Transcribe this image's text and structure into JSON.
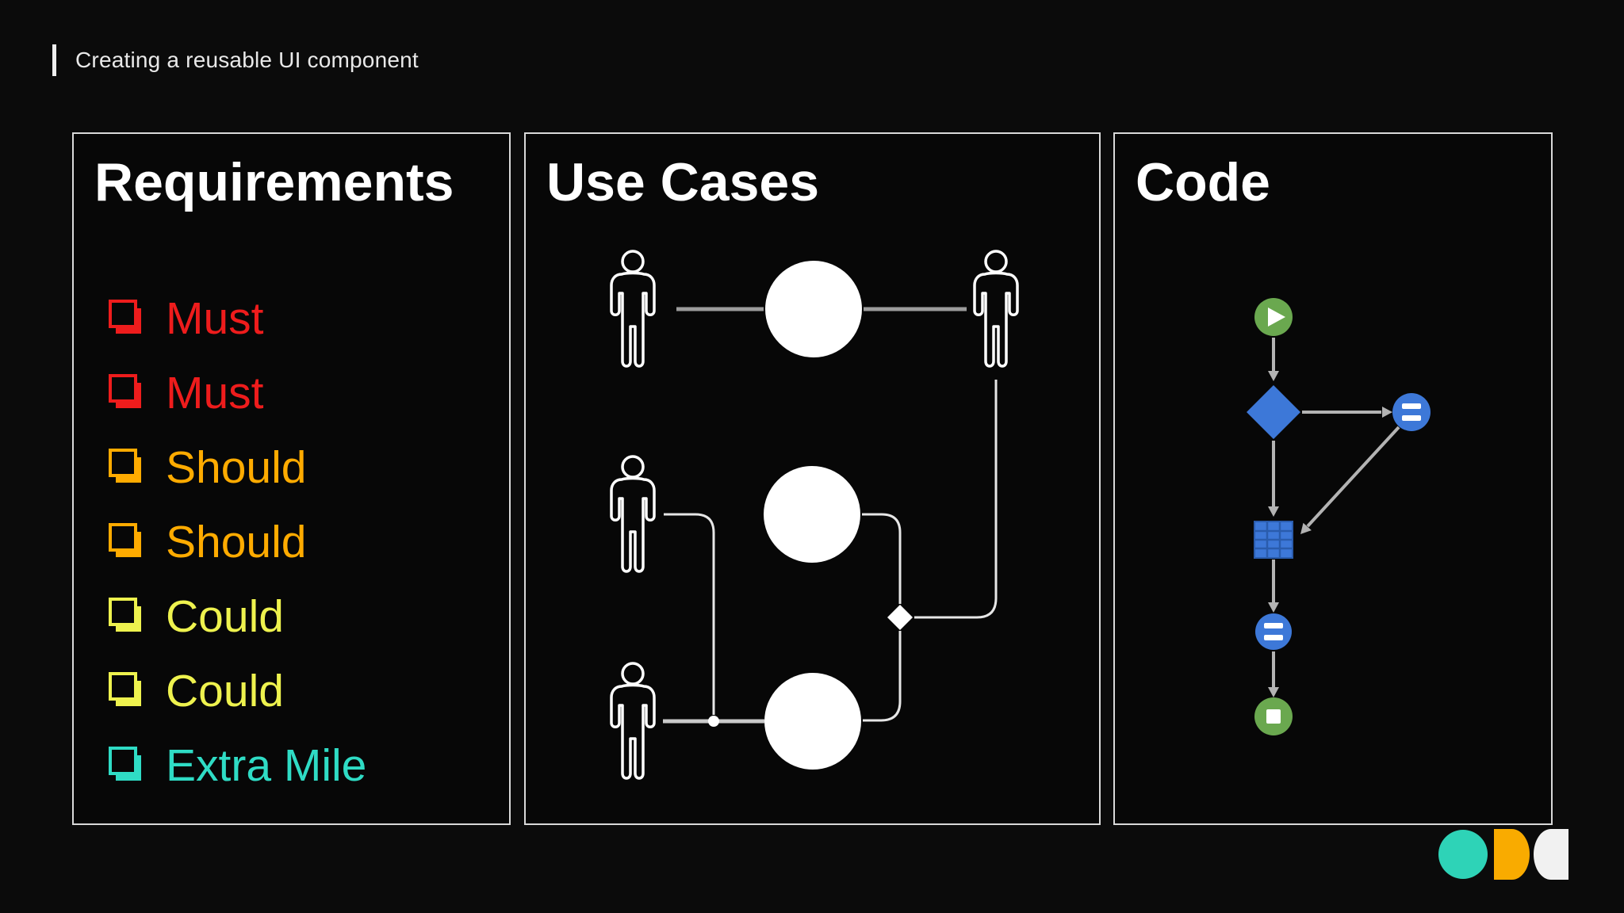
{
  "slide": {
    "title": "Creating a reusable UI component"
  },
  "panels": {
    "requirements": {
      "title": "Requirements",
      "items": [
        {
          "label": "Must",
          "color": "#ee1c1c"
        },
        {
          "label": "Must",
          "color": "#ee1c1c"
        },
        {
          "label": "Should",
          "color": "#ffab00"
        },
        {
          "label": "Should",
          "color": "#ffab00"
        },
        {
          "label": "Could",
          "color": "#eef24e"
        },
        {
          "label": "Could",
          "color": "#eef24e"
        },
        {
          "label": "Extra Mile",
          "color": "#2fdcc5"
        }
      ]
    },
    "use_cases": {
      "title": "Use Cases",
      "diagram": {
        "type": "uml-use-case",
        "actors": [
          {
            "id": "actor-1",
            "position": "top-left"
          },
          {
            "id": "actor-2",
            "position": "top-right"
          },
          {
            "id": "actor-3",
            "position": "middle-left"
          },
          {
            "id": "actor-4",
            "position": "bottom-left"
          }
        ],
        "use_case_nodes": [
          {
            "id": "use-case-1",
            "row": "top"
          },
          {
            "id": "use-case-2",
            "row": "middle"
          },
          {
            "id": "use-case-3",
            "row": "bottom"
          }
        ],
        "connectors": [
          "actor-1 - use-case-1",
          "use-case-1 - actor-2",
          "actor-2 down to decision-diamond",
          "use-case-2 down to decision-diamond",
          "decision-diamond down to use-case-3",
          "actor-3 right then down to junction-dot",
          "actor-4 - junction-dot - use-case-3"
        ],
        "node_fill": "#ffffff",
        "line_color": "#9c9c9c",
        "curve_color": "#e6e6e6"
      }
    },
    "code": {
      "title": "Code",
      "flowchart": {
        "nodes": [
          {
            "id": "start",
            "shape": "circle",
            "icon": "play-icon",
            "color": "#6aa84f"
          },
          {
            "id": "decision",
            "shape": "diamond",
            "icon": "",
            "color": "#3d78d8"
          },
          {
            "id": "assign-1",
            "shape": "circle",
            "icon": "equals-icon",
            "color": "#3d78d8"
          },
          {
            "id": "table",
            "shape": "square",
            "icon": "table-icon",
            "color": "#3d78d8"
          },
          {
            "id": "assign-2",
            "shape": "circle",
            "icon": "equals-icon",
            "color": "#3d78d8"
          },
          {
            "id": "end",
            "shape": "circle",
            "icon": "stop-icon",
            "color": "#6aa84f"
          }
        ],
        "edges": [
          "start -> decision",
          "decision -> assign-1",
          "assign-1 -> table",
          "decision -> table",
          "table -> assign-2",
          "assign-2 -> end"
        ],
        "arrow_color": "#b3b3b3",
        "grid_line_color": "#2a5cad"
      }
    }
  },
  "logo": {
    "shapes": [
      {
        "name": "teal-circle",
        "color": "#2ed3b7"
      },
      {
        "name": "orange-half-circle",
        "color": "#f9ab00"
      },
      {
        "name": "white-half-circle",
        "color": "#f1f1f1"
      }
    ]
  },
  "colors": {
    "background": "#0b0b0b",
    "panel_border": "#d9d9d9",
    "heading_text": "#ffffff",
    "header_text": "#e9e9e9"
  }
}
